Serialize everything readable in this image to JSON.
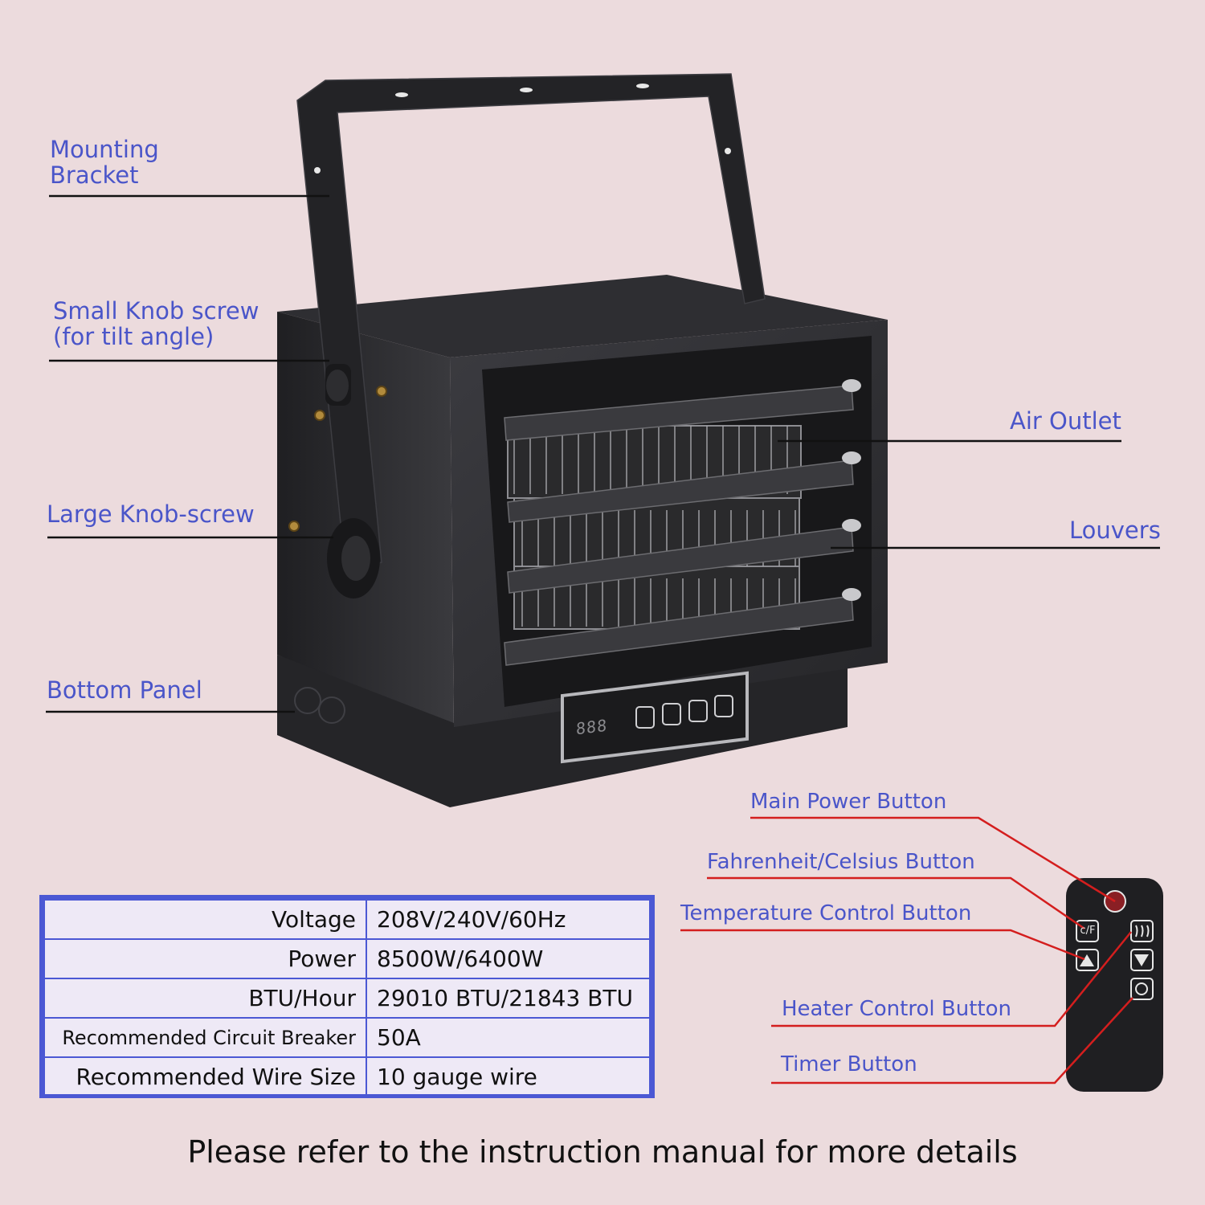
{
  "labels": {
    "mounting_bracket": "Mounting\nBracket",
    "small_knob": "Small Knob screw\n(for tilt angle)",
    "large_knob": "Large Knob-screw",
    "bottom_panel": "Bottom Panel",
    "air_outlet": "Air Outlet",
    "louvers": "Louvers"
  },
  "remote_labels": {
    "main_power": "Main Power Button",
    "fahrenheit_celsius": "Fahrenheit/Celsius Button",
    "temperature_control": "Temperature Control Button",
    "heater_control": "Heater Control Button",
    "timer": "Timer Button"
  },
  "remote_buttons": {
    "cf": "c/F"
  },
  "display": {
    "digits": "888"
  },
  "specs": [
    {
      "key": "Voltage",
      "value": "208V/240V/60Hz"
    },
    {
      "key": "Power",
      "value": "8500W/6400W"
    },
    {
      "key": "BTU/Hour",
      "value": "29010 BTU/21843 BTU"
    },
    {
      "key": "Recommended Circuit Breaker",
      "value": "50A"
    },
    {
      "key": "Recommended Wire Size",
      "value": "10 gauge wire"
    }
  ],
  "footer": "Please refer to the instruction manual for more details",
  "colors": {
    "background": "#ecdbdd",
    "label_text": "#4a55c9",
    "leader_line_remote": "#d41e1e",
    "table_border": "#4b58d4",
    "heater_body": "#2b2b2e"
  }
}
